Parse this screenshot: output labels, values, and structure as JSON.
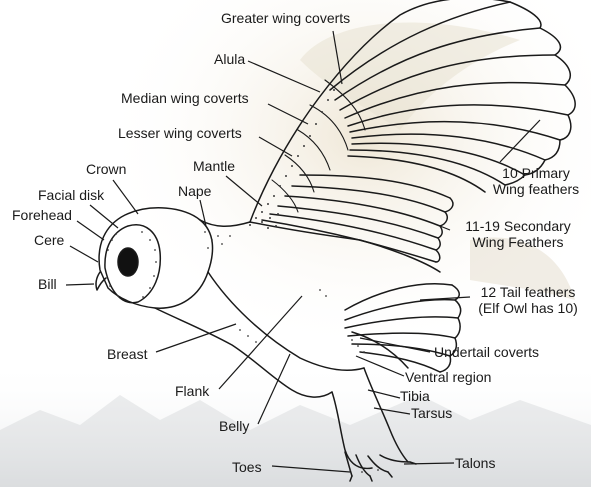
{
  "diagram": {
    "labels": {
      "greater_wing_coverts": "Greater wing coverts",
      "alula": "Alula",
      "median_wing_coverts": "Median wing coverts",
      "lesser_wing_coverts": "Lesser wing coverts",
      "mantle": "Mantle",
      "nape": "Nape",
      "crown": "Crown",
      "facial_disk": "Facial disk",
      "forehead": "Forehead",
      "cere": "Cere",
      "bill": "Bill",
      "primary_feathers": [
        "10 Primary",
        "Wing feathers"
      ],
      "secondary_feathers": [
        "11-19 Secondary",
        "Wing Feathers"
      ],
      "tail_feathers": [
        "12 Tail feathers",
        "(Elf Owl has 10)"
      ],
      "undertail_coverts": "Undertail coverts",
      "ventral_region": "Ventral region",
      "tibia": "Tibia",
      "tarsus": "Tarsus",
      "talons": "Talons",
      "toes": "Toes",
      "belly": "Belly",
      "flank": "Flank",
      "breast": "Breast"
    },
    "colors": {
      "line": "#1a1a1a",
      "stipple": "#3a3a3a",
      "background_photo": "#d9cfbd"
    }
  }
}
